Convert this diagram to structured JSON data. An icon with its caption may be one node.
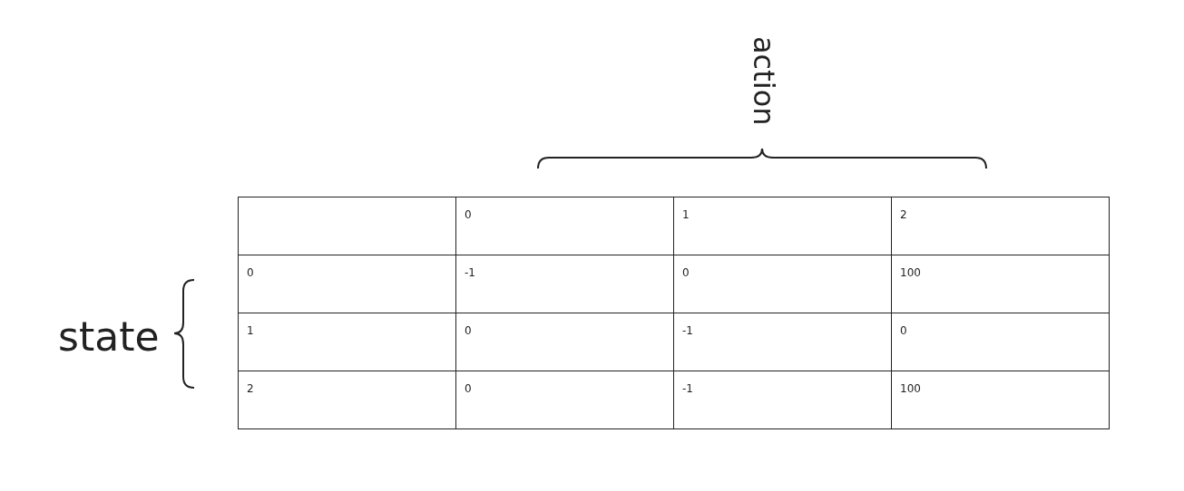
{
  "diagram": {
    "labels": [
      "action",
      "state",
      "0",
      "1",
      "2",
      "0",
      "-1",
      "0",
      "100",
      "1",
      "0",
      "-1",
      "0",
      "2",
      "0",
      "-1",
      "100"
    ]
  }
}
